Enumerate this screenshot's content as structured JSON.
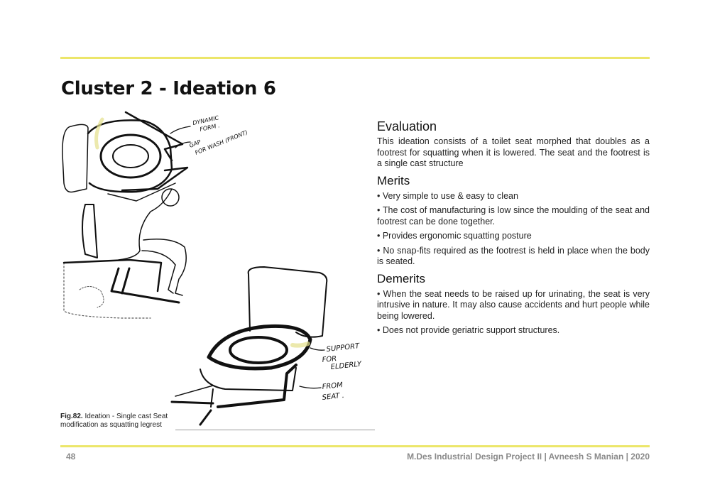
{
  "page": {
    "title": "Cluster 2 - Ideation 6",
    "page_number": "48",
    "footer": "M.Des Industrial Design Project II | Avneesh S Manian | 2020"
  },
  "figure": {
    "label": "Fig.82.",
    "caption": " Ideation - Single cast Seat modification as squatting legrest",
    "annotations": {
      "dynamic_form": [
        "DYNAMIC",
        "FORM ."
      ],
      "gap": [
        "GAP",
        "FOR WASH (FRONT)"
      ],
      "support": [
        "SUPPORT",
        "FOR",
        "ELDERLY"
      ],
      "from_seat": [
        "FROM",
        "SEAT ."
      ]
    }
  },
  "evaluation": {
    "heading": "Evaluation",
    "text": "This ideation consists of a toilet seat morphed that doubles as a footrest for squatting when it is lowered. The seat and the footrest is a single cast structure"
  },
  "merits": {
    "heading": "Merits",
    "items": [
      "• Very simple to use & easy to clean",
      "• The cost of manufacturing is low since the moulding of the seat and footrest can be done together.",
      "• Provides ergonomic squatting posture",
      "• No snap-fits required as the footrest is held in place when the body is seated."
    ]
  },
  "demerits": {
    "heading": "Demerits",
    "items": [
      "• When the seat needs to be raised up for urinating, the seat is very intrusive in nature. It may also cause accidents and hurt people while being lowered.",
      "• Does not provide geriatric support structures."
    ]
  },
  "colors": {
    "accent_rule": "#ece66a",
    "footer_text": "#8a8a8a",
    "sketch_highlight": "#e4e08a"
  }
}
